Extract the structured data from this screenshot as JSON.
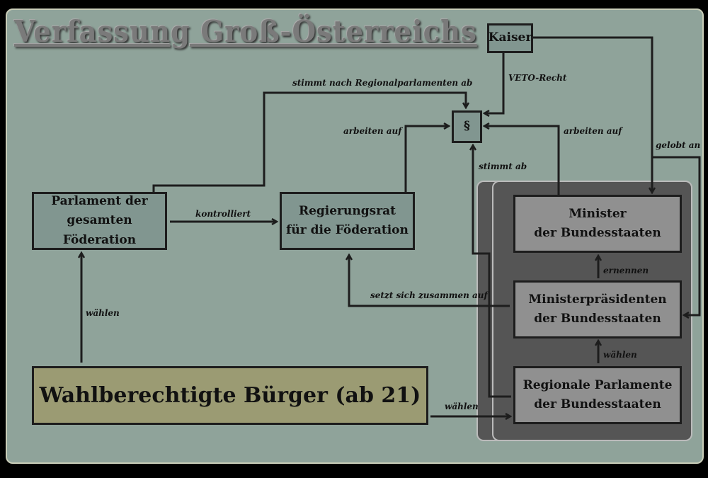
{
  "title": "Verfassung Groß-Österreichs",
  "nodes": {
    "kaiser": "Kaiser",
    "paragraph": "§",
    "parlament": [
      "Parlament der",
      "gesamten Föderation"
    ],
    "regierungsrat": [
      "Regierungsrat",
      "für die Föderation"
    ],
    "buerger": "Wahlberechtigte Bürger (ab 21)",
    "minister": [
      "Minister",
      "der Bundesstaaten"
    ],
    "ministerpraesidenten": [
      "Ministerpräsidenten",
      "der Bundesstaaten"
    ],
    "regionale_parlamente": [
      "Regionale Parlamente",
      "der Bundesstaaten"
    ]
  },
  "edges": {
    "stimmt_nach": "stimmt nach Regionalparlamenten ab",
    "arbeiten_auf_left": "arbeiten auf",
    "arbeiten_auf_right": "arbeiten auf",
    "veto": "VETO-Recht",
    "stimmt_ab": "stimmt ab",
    "gelobt_an": "gelobt an",
    "kontrolliert": "kontrolliert",
    "setzt_sich": "setzt sich zusammen auf",
    "waehlen_parlament": "wählen",
    "waehlen_regional": "wählen",
    "ernennen": "ernennen",
    "waehlen_mp": "wählen"
  },
  "colors": {
    "background": "#8fa39a",
    "box": "#819690",
    "state_box": "#909090",
    "citizens": "#9b9b73",
    "state_group": "#555555"
  }
}
